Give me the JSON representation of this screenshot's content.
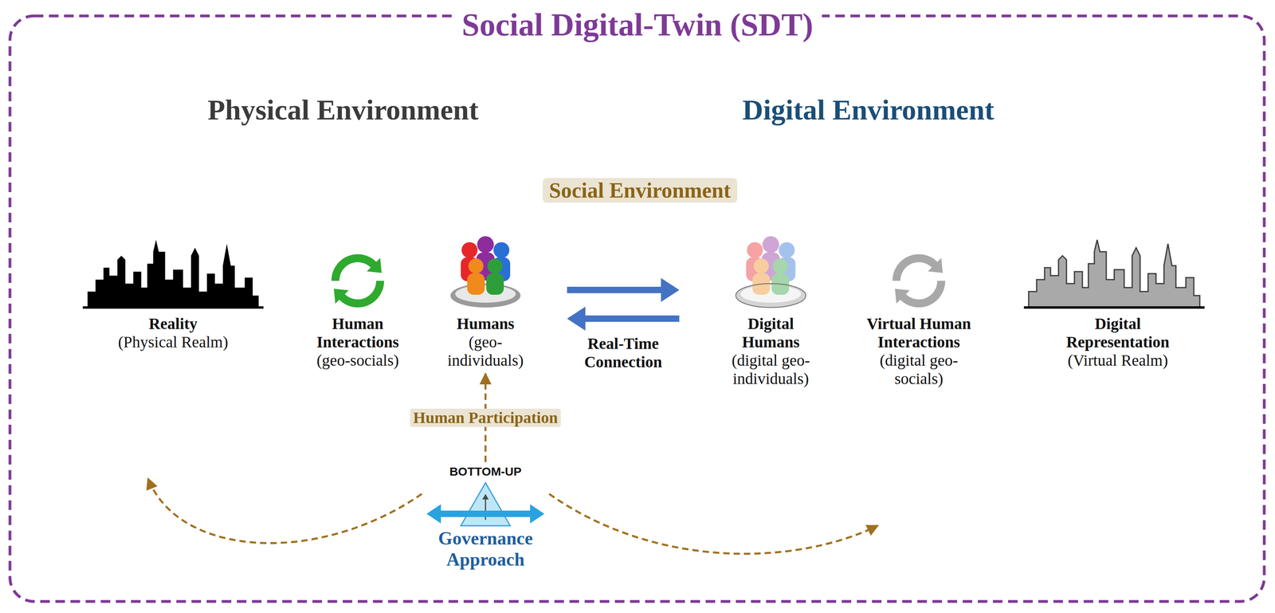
{
  "diagram": {
    "title": "Social Digital-Twin (SDT)",
    "nodes": [
      {
        "text": [
          "Physical Environment"
        ]
      },
      {
        "text": [
          "Digital Environment"
        ]
      },
      {
        "text": [
          "Social Environment"
        ]
      },
      {
        "text": [
          "Reality",
          "(Physical Realm)"
        ],
        "in": 0
      },
      {
        "text": [
          "Human Interactions",
          "(geo-socials)"
        ],
        "in": 2
      },
      {
        "text": [
          "Humans",
          "(geo-individuals)"
        ],
        "in": 2
      },
      {
        "text": [
          "Digital Humans",
          "(digital geo-individuals)"
        ],
        "in": 2
      },
      {
        "text": [
          "Virtual Human Interactions",
          "(digital geo-socials)"
        ],
        "in": 2
      },
      {
        "text": [
          "Digital Representation",
          "(Virtual Realm)"
        ],
        "in": 1
      },
      {
        "text": [
          "BOTTOM-UP",
          "Governance Approach"
        ]
      }
    ],
    "edges": [
      {
        "from": 5,
        "to": 6,
        "arrow": "both",
        "label": "Real-Time Connection"
      },
      {
        "from": 9,
        "to": 5,
        "arrow": "to",
        "label": "Human Participation"
      },
      {
        "from": 9,
        "to": 0,
        "arrow": "to"
      },
      {
        "from": 9,
        "to": 1,
        "arrow": "to"
      }
    ]
  }
}
